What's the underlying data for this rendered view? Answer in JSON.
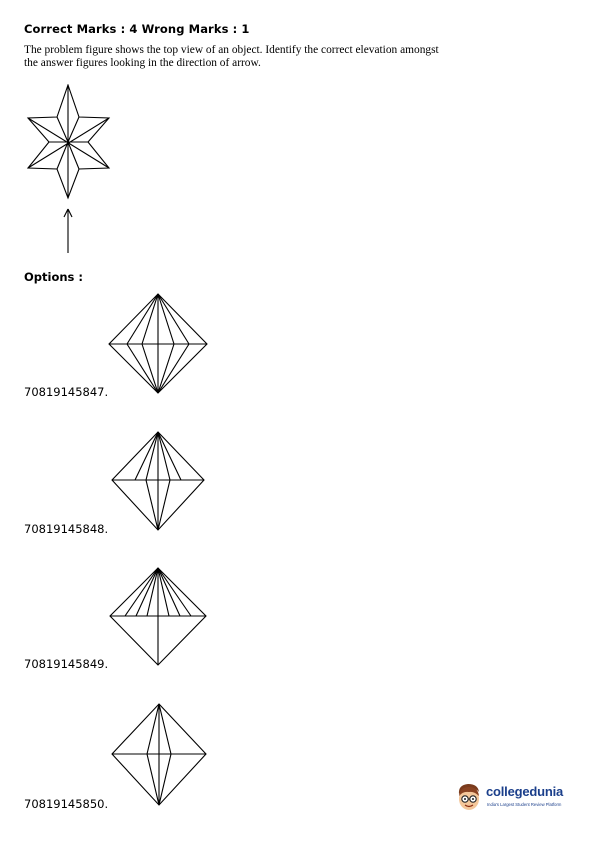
{
  "header": {
    "marks": "Correct Marks : 4 Wrong Marks : 1"
  },
  "question": {
    "line1": "The problem figure shows the top view of an object.  Identify the correct elevation amongst",
    "line2": "the answer figures looking in the direction of arrow."
  },
  "options_label": "Options :",
  "options": [
    {
      "id": "70819145847."
    },
    {
      "id": "70819145848."
    },
    {
      "id": "70819145849."
    },
    {
      "id": "70819145850."
    }
  ],
  "logo": {
    "name": "collegedunia",
    "tagline": "India's Largest Student Review Platform",
    "brand_color": "#1b3f8b"
  }
}
